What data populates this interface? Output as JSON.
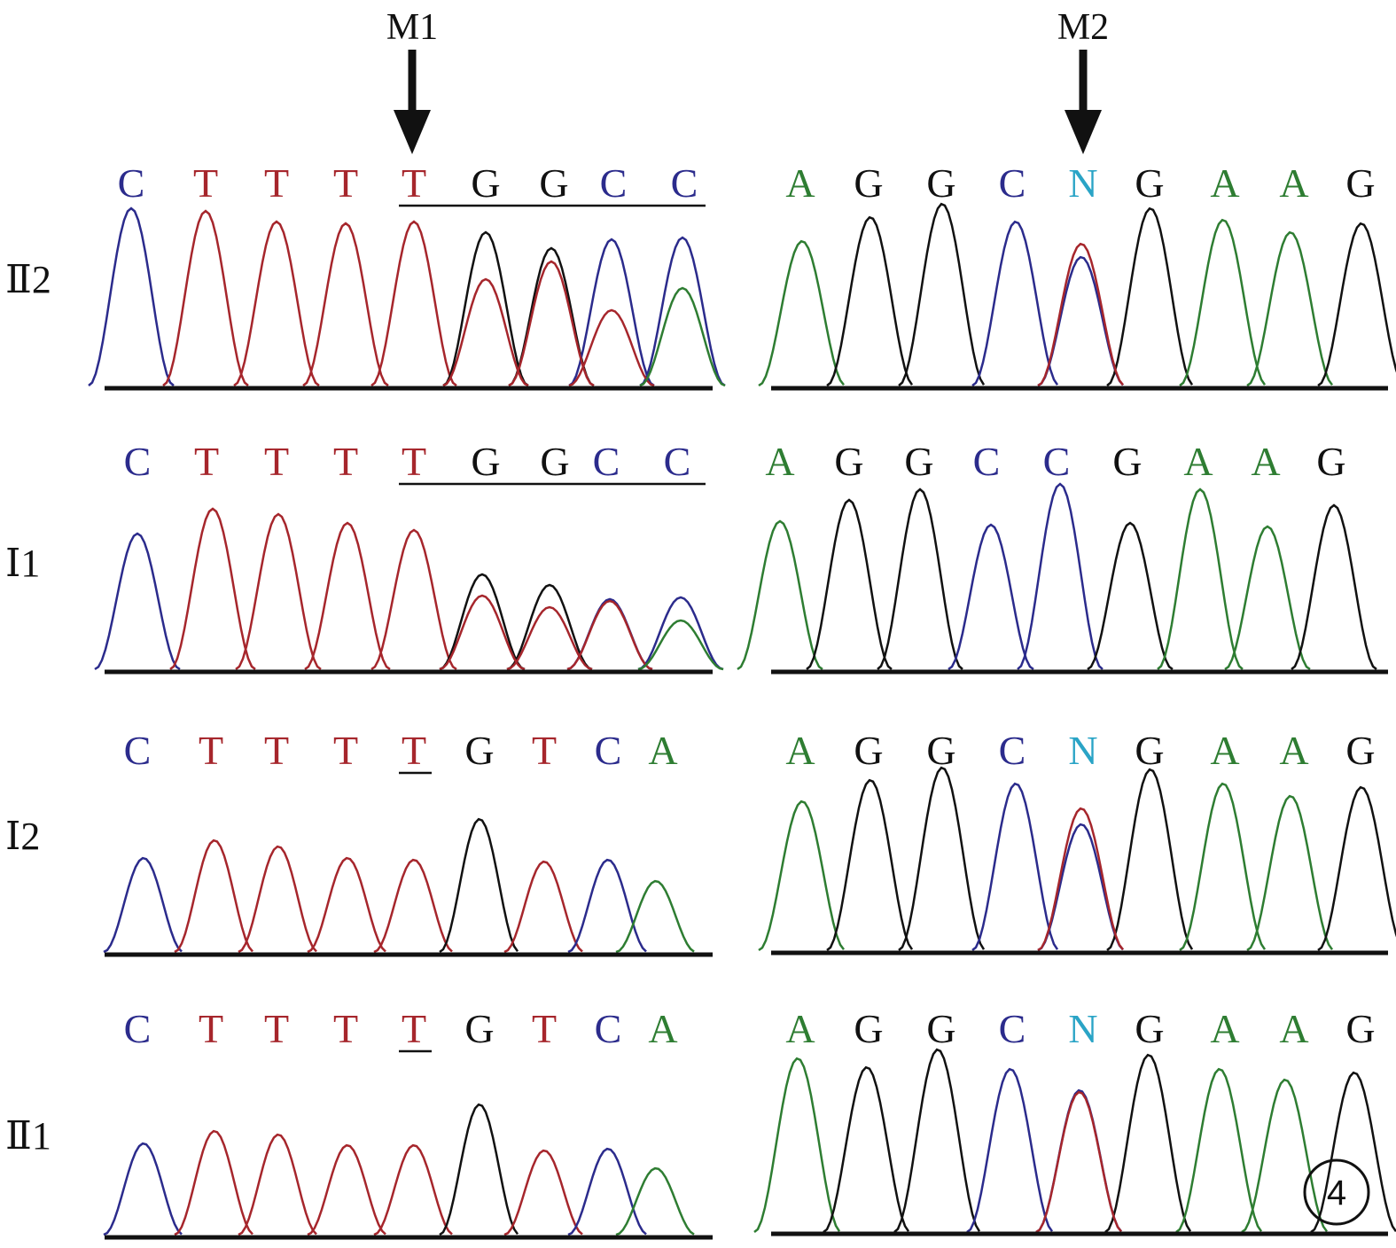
{
  "markers": [
    {
      "label": "M1"
    },
    {
      "label": "M2"
    }
  ],
  "rows": [
    {
      "label": "Ⅱ2"
    },
    {
      "label": "Ⅰ1"
    },
    {
      "label": "Ⅰ2"
    },
    {
      "label": "Ⅱ1"
    }
  ],
  "panels": [
    {
      "row": 0,
      "side": "left",
      "bases": [
        "C",
        "T",
        "T",
        "T",
        "T",
        "G",
        "G",
        "C",
        "C"
      ]
    },
    {
      "row": 0,
      "side": "right",
      "bases": [
        "A",
        "G",
        "G",
        "C",
        "N",
        "G",
        "A",
        "A",
        "G"
      ]
    },
    {
      "row": 1,
      "side": "left",
      "bases": [
        "C",
        "T",
        "T",
        "T",
        "T",
        "G",
        "G",
        "C",
        "C"
      ]
    },
    {
      "row": 1,
      "side": "right",
      "bases": [
        "A",
        "G",
        "G",
        "C",
        "C",
        "G",
        "A",
        "A",
        "G"
      ]
    },
    {
      "row": 2,
      "side": "left",
      "bases": [
        "C",
        "T",
        "T",
        "T",
        "T",
        "G",
        "T",
        "C",
        "A"
      ]
    },
    {
      "row": 2,
      "side": "right",
      "bases": [
        "A",
        "G",
        "G",
        "C",
        "N",
        "G",
        "A",
        "A",
        "G"
      ]
    },
    {
      "row": 3,
      "side": "left",
      "bases": [
        "C",
        "T",
        "T",
        "T",
        "T",
        "G",
        "T",
        "C",
        "A"
      ]
    },
    {
      "row": 3,
      "side": "right",
      "bases": [
        "A",
        "G",
        "G",
        "C",
        "N",
        "G",
        "A",
        "A",
        "G"
      ]
    }
  ],
  "panel_number": "4",
  "colors": {
    "A": "#2e7d32",
    "C": "#2b2b8c",
    "G": "#111111",
    "T": "#a6262c",
    "N": "#2aa4c6"
  }
}
